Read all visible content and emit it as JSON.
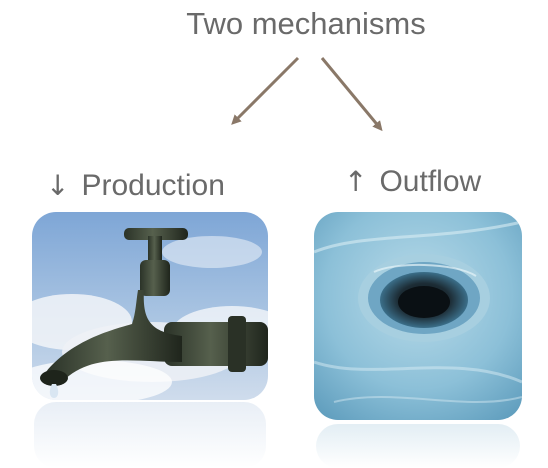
{
  "title": "Two mechanisms",
  "branches": [
    {
      "arrow": "↓",
      "label": "Production",
      "image_icon": "dripping-faucet-icon"
    },
    {
      "arrow": "↑",
      "label": "Outflow",
      "image_icon": "water-drain-icon"
    }
  ],
  "colors": {
    "text": "#6a6a6a",
    "connector": "#8a7868"
  }
}
